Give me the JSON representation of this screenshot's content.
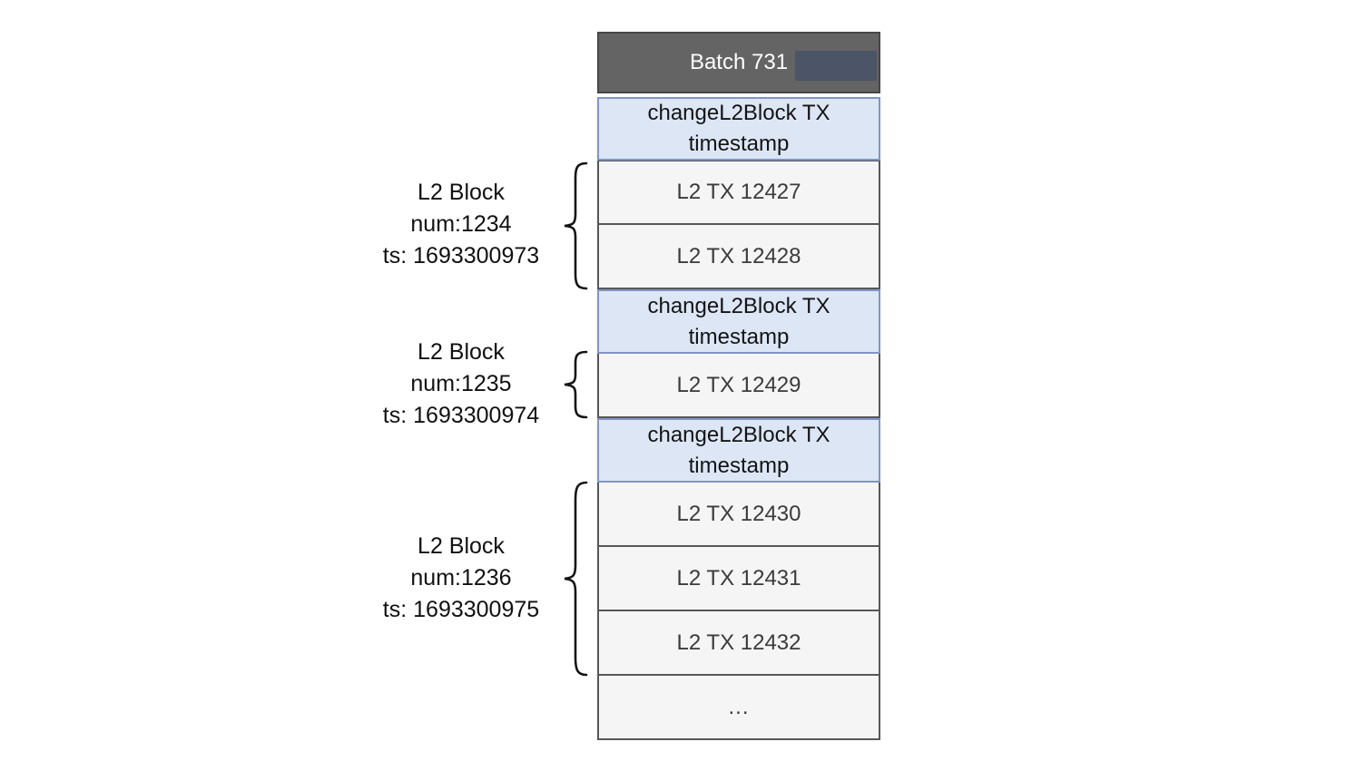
{
  "batch": {
    "header": "Batch 731"
  },
  "rows": [
    {
      "type": "change_l2_block",
      "line1": "changeL2Block TX",
      "line2": "timestamp"
    },
    {
      "type": "tx",
      "label": "L2 TX 12427"
    },
    {
      "type": "tx",
      "label": "L2 TX 12428"
    },
    {
      "type": "change_l2_block",
      "line1": "changeL2Block TX",
      "line2": "timestamp"
    },
    {
      "type": "tx",
      "label": "L2 TX 12429"
    },
    {
      "type": "change_l2_block",
      "line1": "changeL2Block TX",
      "line2": "timestamp"
    },
    {
      "type": "tx",
      "label": "L2 TX 12430"
    },
    {
      "type": "tx",
      "label": "L2 TX 12431"
    },
    {
      "type": "tx",
      "label": "L2 TX 12432"
    },
    {
      "type": "ellipsis",
      "label": "..."
    }
  ],
  "l2_blocks": [
    {
      "name": "L2 Block",
      "num": "num:1234",
      "ts": "ts: 1693300973"
    },
    {
      "name": "L2 Block",
      "num": "num:1235",
      "ts": "ts: 1693300974"
    },
    {
      "name": "L2 Block",
      "num": "num:1236",
      "ts": "ts: 1693300975"
    }
  ],
  "colors": {
    "header_bg": "#646464",
    "header_border": "#474747",
    "header_text": "#ffffff",
    "header_highlight": "#4b5567",
    "change_row_bg": "#dce6f5",
    "change_row_border": "#8095c5",
    "tx_row_bg": "#f5f5f5",
    "tx_row_border": "#57575a",
    "tx_row_text": "#3b3b3b"
  }
}
